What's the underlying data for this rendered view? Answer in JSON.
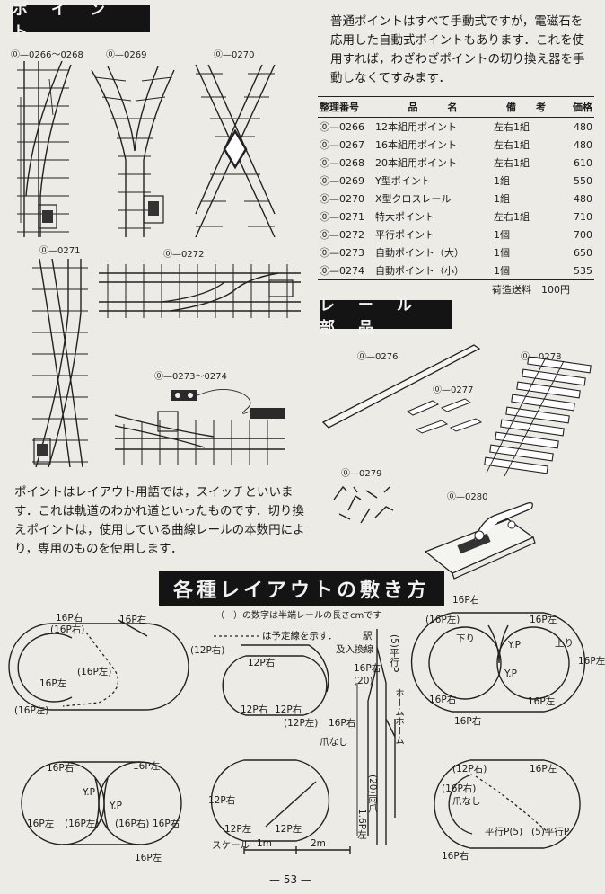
{
  "points_section": {
    "title": "ポ イ ン ト",
    "codes": {
      "c0266": "⓪—0266～0268",
      "c0269": "⓪—0269",
      "c0270": "⓪—0270",
      "c0271": "⓪—0271",
      "c0272": "⓪—0272",
      "c0273": "⓪—0273～0274"
    },
    "intro": "普通ポイントはすべて手動式ですが，電磁石を応用した自動式ポイントもあります．これを使用すれば，わざわざポイントの切り換え器を手動しなくてすみます．",
    "note": "ポイントはレイアウト用語では，スイッチといいます．これは軌道のわかれ道といったものです．切り換えポイントは，使用している曲線レールの本数円により，専用のものを使用します．"
  },
  "table": {
    "headers": [
      "整理番号",
      "品　　　名",
      "備　　考",
      "価格"
    ],
    "rows": [
      [
        "⓪—0266",
        "12本組用ポイント",
        "左右1組",
        "480"
      ],
      [
        "⓪—0267",
        "16本組用ポイント",
        "左右1組",
        "480"
      ],
      [
        "⓪—0268",
        "20本組用ポイント",
        "左右1組",
        "610"
      ],
      [
        "⓪—0269",
        "Y型ポイント",
        "1組",
        "550"
      ],
      [
        "⓪—0270",
        "X型クロスレール",
        "1組",
        "480"
      ],
      [
        "⓪—0271",
        "特大ポイント",
        "左右1組",
        "710"
      ],
      [
        "⓪—0272",
        "平行ポイント",
        "1個",
        "700"
      ],
      [
        "⓪—0273",
        "自動ポイント（大）",
        "1個",
        "650"
      ],
      [
        "⓪—0274",
        "自動ポイント（小）",
        "1個",
        "535"
      ]
    ],
    "shipping": "荷造送料　100円"
  },
  "rail_parts": {
    "title": "レ ー ル 部 品",
    "codes": {
      "c0276": "⓪—0276",
      "c0277": "⓪—0277",
      "c0278": "⓪—0278",
      "c0279": "⓪—0279",
      "c0280": "⓪—0280"
    }
  },
  "layouts": {
    "title": "各種レイアウトの敷き方",
    "subtitle": "（　）の数字は半端レールの長さcmです",
    "labels": {
      "d1": [
        "16P右",
        "16P右",
        "(16P右)",
        "(16P左)",
        "16P左",
        "(16P左)"
      ],
      "d2": [
        "は予定線を示す．",
        "(12P右)",
        "12P右",
        "12P右",
        "12P右",
        "(12P左)",
        "16P右"
      ],
      "d3": [
        "駅",
        "及入換線",
        "(5)平行P",
        "16P右",
        "(20)",
        "ホームホーム",
        "爪なし"
      ],
      "d4": [
        "16P右",
        "16P左",
        "下り",
        "上り",
        "Y.P",
        "Y.P",
        "16P左",
        "16P左",
        "16P右",
        "16P右",
        "(16P左)"
      ],
      "d5": [
        "16P右",
        "16P左",
        "Y.P",
        "Y.P",
        "16P左",
        "(16P左)",
        "(16P右)",
        "16P右",
        "16P左"
      ],
      "d6": [
        "12P右",
        "12P左",
        "12P左",
        "スケール",
        "1m",
        "2m"
      ],
      "d7": [
        "(20)両爪",
        "1.6P左"
      ],
      "d8": [
        "(12P右)",
        "16P左",
        "(16P右)",
        "爪なし",
        "平行P(5)",
        "(5)平行P",
        "16P右"
      ]
    }
  },
  "page_number": "— 53 —"
}
